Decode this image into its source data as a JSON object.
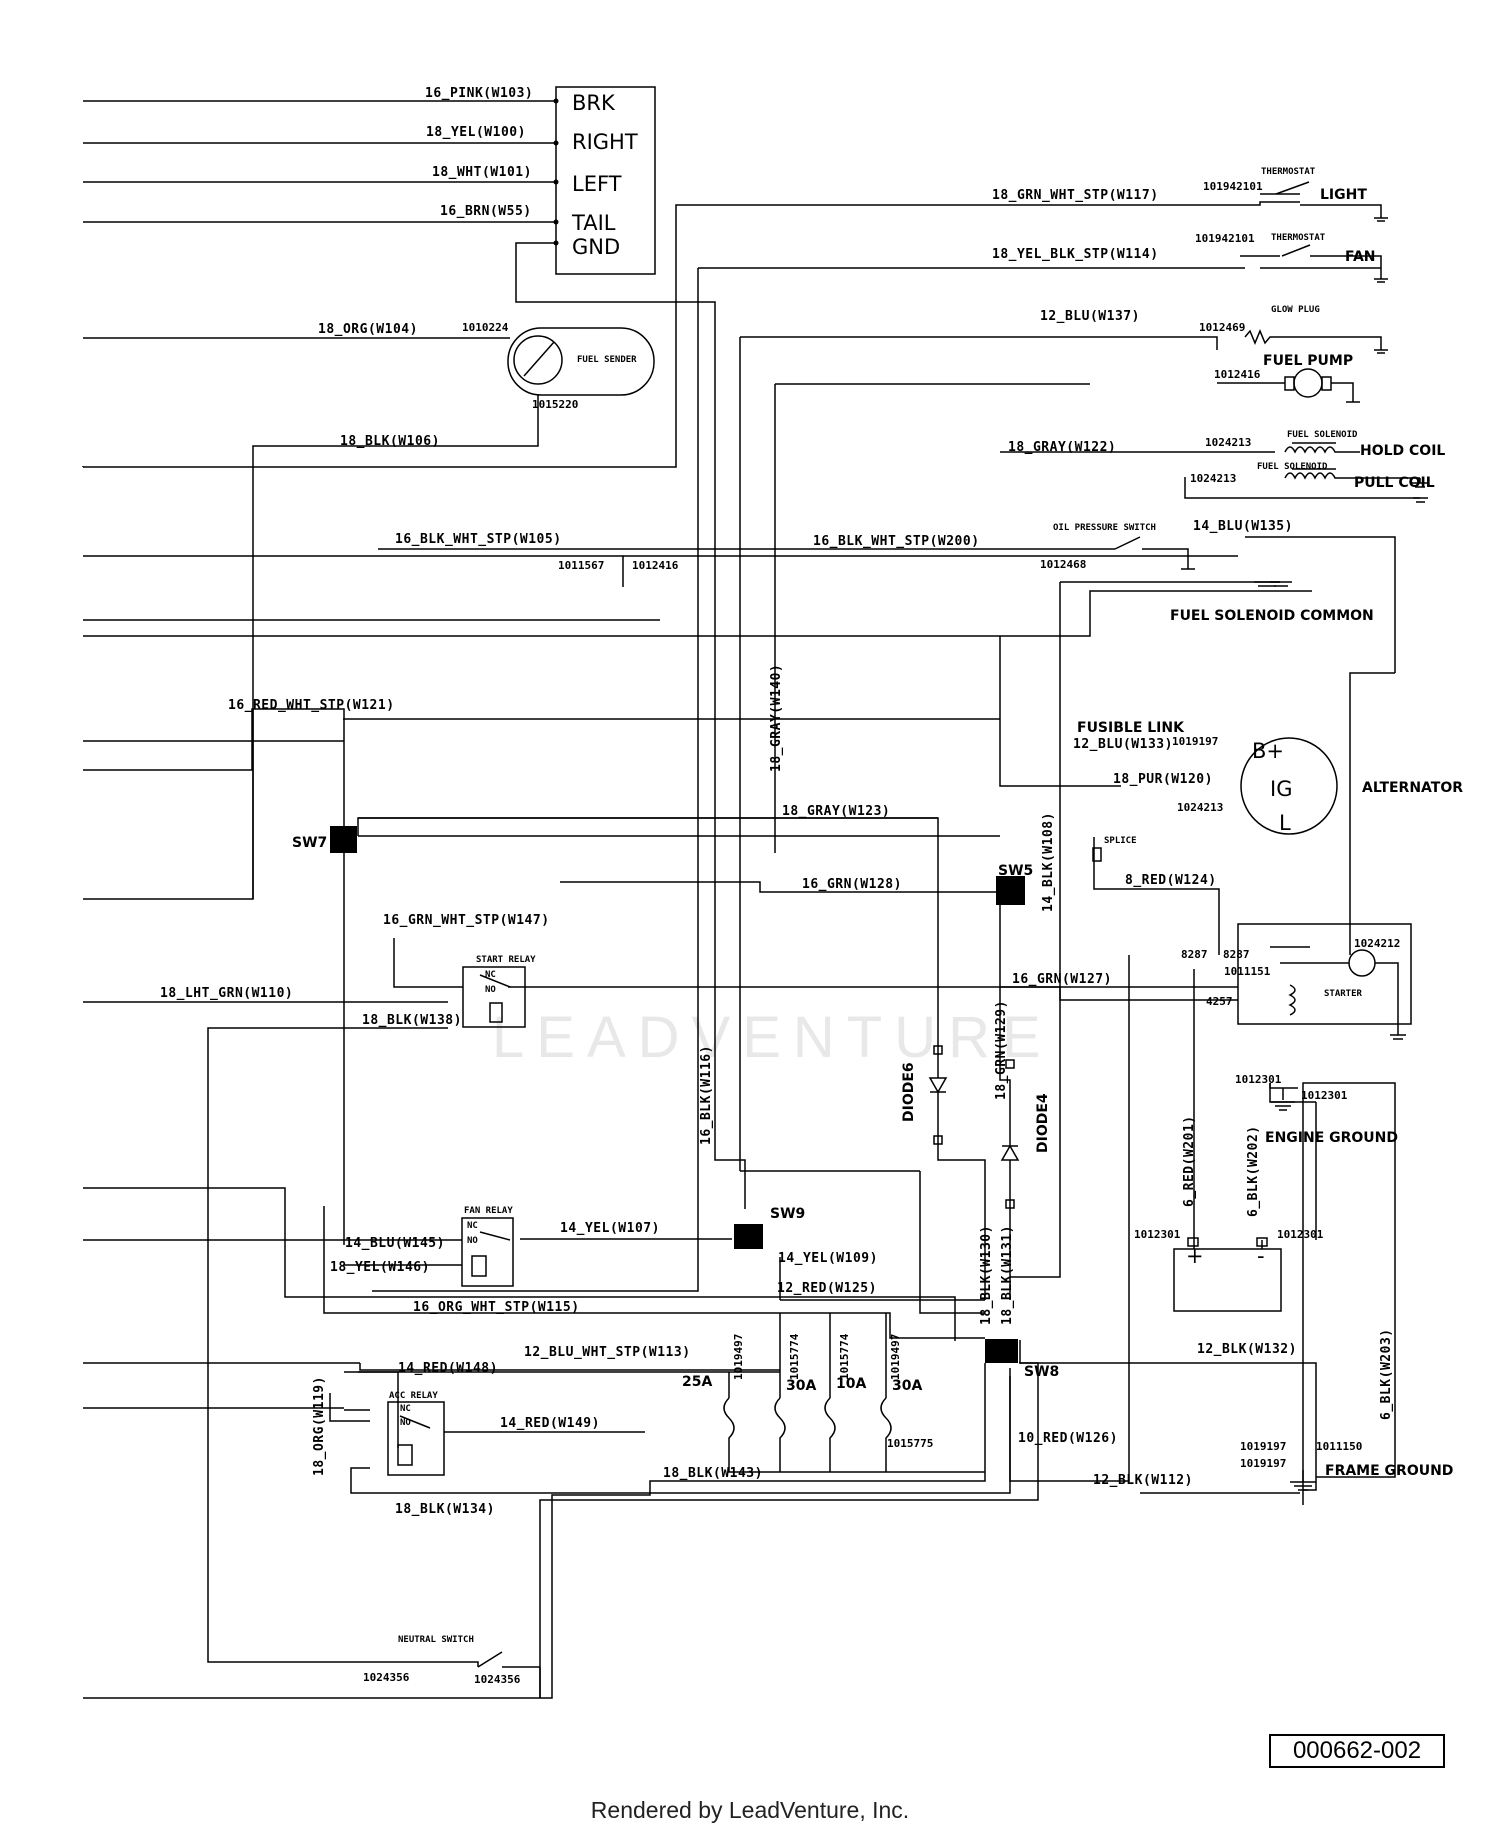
{
  "lights_block": {
    "labels": [
      "BRK",
      "RIGHT",
      "LEFT",
      "TAIL",
      "GND"
    ]
  },
  "wires": {
    "w103": "16_PINK(W103)",
    "w100": "18_YEL(W100)",
    "w101": "18_WHT(W101)",
    "w55": "16_BRN(W55)",
    "w104": "18_ORG(W104)",
    "w106": "18_BLK(W106)",
    "w105": "16_BLK_WHT_STP(W105)",
    "w200": "16_BLK_WHT_STP(W200)",
    "w117": "18_GRN_WHT_STP(W117)",
    "w114": "18_YEL_BLK_STP(W114)",
    "w137": "12_BLU(W137)",
    "w122": "18_GRAY(W122)",
    "w135": "14_BLU(W135)",
    "w121": "16_RED_WHT_STP(W121)",
    "w140": "18_GRAY(W140)",
    "w123": "18_GRAY(W123)",
    "w128": "16_GRN(W128)",
    "w108": "14_BLK(W108)",
    "w133": "12_BLU(W133)",
    "w120": "18_PUR(W120)",
    "w124": "8_RED(W124)",
    "w147": "16_GRN_WHT_STP(W147)",
    "w110": "18_LHT_GRN(W110)",
    "w138": "18_BLK(W138)",
    "w127": "16_GRN(W127)",
    "w129": "18_GRN(W129)",
    "w116": "16_BLK(W116)",
    "w201": "6_RED(W201)",
    "w202": "6_BLK(W202)",
    "w145": "14_BLU(W145)",
    "w107": "14_YEL(W107)",
    "w109": "14_YEL(W109)",
    "w146": "18_YEL(W146)",
    "w125": "12_RED(W125)",
    "w130": "18_BLK(W130)",
    "w131": "18_BLK(W131)",
    "w115": "16_ORG_WHT_STP(W115)",
    "w113": "12_BLU_WHT_STP(W113)",
    "w132": "12_BLK(W132)",
    "w203": "6_BLK(W203)",
    "w148": "14_RED(W148)",
    "w149": "14_RED(W149)",
    "w119": "18_ORG(W119)",
    "w126": "10_RED(W126)",
    "w143": "18_BLK(W143)",
    "w112": "12_BLK(W112)",
    "w134": "18_BLK(W134)"
  },
  "parts": {
    "p1010224": "1010224",
    "p1015220": "1015220",
    "p1011567": "1011567",
    "p1012416": "1012416",
    "p101942101a": "101942101",
    "p101942101b": "101942101",
    "p1012469": "1012469",
    "p1012416b": "1012416",
    "p1024213a": "1024213",
    "p1024213b": "1024213",
    "p1012468": "1012468",
    "p1019197": "1019197",
    "p1024213c": "1024213",
    "p8287a": "8287",
    "p8287b": "8287",
    "p1011151": "1011151",
    "p4257": "4257",
    "p1024212": "1024212",
    "p1012301a": "1012301",
    "p1012301b": "1012301",
    "p1012301c": "1012301",
    "p1012301d": "1012301",
    "p1019497a": "1019497",
    "p1015774a": "1015774",
    "p1015774b": "1015774",
    "p1019497b": "1019497",
    "p1015775": "1015775",
    "p1019197b": "1019197",
    "p1011150": "1011150",
    "p1019197c": "1019197",
    "p1024356a": "1024356",
    "p1024356b": "1024356"
  },
  "components": {
    "fuel_sender": "FUEL SENDER",
    "thermostat1": "THERMOSTAT",
    "light": "LIGHT",
    "thermostat2": "THERMOSTAT",
    "fan": "FAN",
    "glow_plug": "GLOW PLUG",
    "fuel_pump": "FUEL PUMP",
    "fuel_solenoid1": "FUEL SOLENOID",
    "hold_coil": "HOLD COIL",
    "fuel_solenoid2": "FUEL SOLENOID",
    "pull_coil": "PULL COIL",
    "oil_pressure_switch": "OIL PRESSURE SWITCH",
    "fuel_solenoid_common": "FUEL SOLENOID COMMON",
    "fusible_link": "FUSIBLE LINK",
    "alternator": "ALTERNATOR",
    "alt_b": "B+",
    "alt_ig": "IG",
    "alt_l": "L",
    "splice": "SPLICE",
    "start_relay": "START RELAY",
    "starter": "STARTER",
    "diode6": "DIODE6",
    "diode4": "DIODE4",
    "engine_ground": "ENGINE GROUND",
    "fan_relay": "FAN RELAY",
    "acc_relay": "ACC RELAY",
    "frame_ground": "FRAME GROUND",
    "neutral_switch": "NEUTRAL SWITCH",
    "nc": "NC",
    "no": "NO",
    "sw5": "SW5",
    "sw7": "SW7",
    "sw8": "SW8",
    "sw9": "SW9",
    "fuse25": "25A",
    "fuse30a": "30A",
    "fuse10": "10A",
    "fuse30b": "30A",
    "batt_pos": "+",
    "batt_neg": "-"
  },
  "drawing_number": "000662-002",
  "footer": "Rendered by LeadVenture, Inc.",
  "watermark": "LEADVENTURE"
}
